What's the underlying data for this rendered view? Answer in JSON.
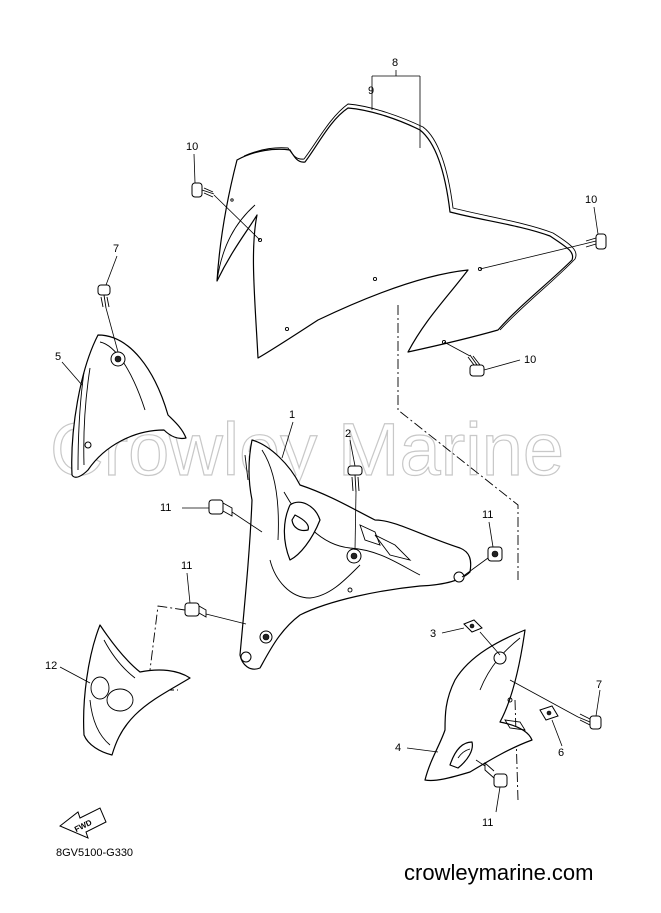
{
  "watermark": "Crowley Marine",
  "diagram_code": "8GV5100-G330",
  "site_url": "crowleymarine.com",
  "fwd_label": "FWD",
  "callouts": {
    "c1": "1",
    "c2": "2",
    "c3": "3",
    "c4": "4",
    "c5": "5",
    "c6": "6",
    "c7a": "7",
    "c7b": "7",
    "c8": "8",
    "c9": "9",
    "c10a": "10",
    "c10b": "10",
    "c10c": "10",
    "c11a": "11",
    "c11b": "11",
    "c11c": "11",
    "c11d": "11",
    "c12": "12"
  }
}
